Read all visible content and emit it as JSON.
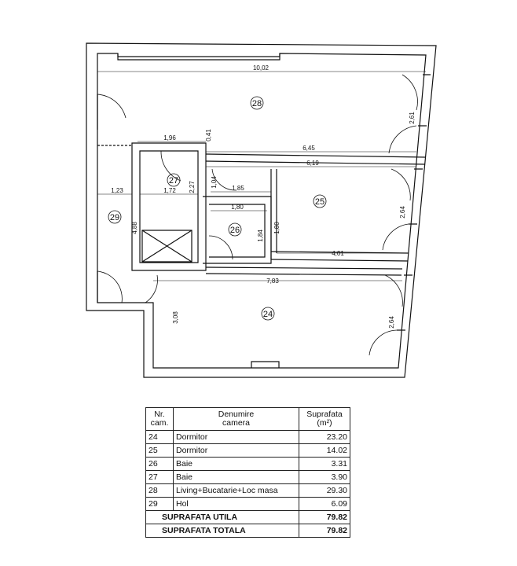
{
  "plan": {
    "rooms": [
      {
        "id": "28",
        "label": "28"
      },
      {
        "id": "27",
        "label": "27"
      },
      {
        "id": "25",
        "label": "25"
      },
      {
        "id": "29",
        "label": "29"
      },
      {
        "id": "26",
        "label": "26"
      },
      {
        "id": "24",
        "label": "24"
      }
    ],
    "dimensions": {
      "d_10_02": "10,02",
      "d_2_61": "2,61",
      "d_1_96": "1,96",
      "d_0_41": "0,41",
      "d_6_45": "6,45",
      "d_6_19": "6,19",
      "d_1_04": "1,04",
      "d_2_27": "2,27",
      "d_1_23": "1,23",
      "d_1_72": "1,72",
      "d_1_85": "1,85",
      "d_1_80a": "1,80",
      "d_2_64a": "2,64",
      "d_4_88": "4,88",
      "d_1_84": "1,84",
      "d_1_80b": "1,80",
      "d_4_01": "4,01",
      "d_7_83": "7,83",
      "d_3_08": "3,08",
      "d_2_64b": "2,64"
    }
  },
  "table": {
    "header": {
      "nr_line1": "Nr.",
      "nr_line2": "cam.",
      "name_line1": "Denumire",
      "name_line2": "camera",
      "area_line1": "Suprafata",
      "area_line2": "(m²)"
    },
    "rows": [
      {
        "nr": "24",
        "name": "Dormitor",
        "area": "23.20"
      },
      {
        "nr": "25",
        "name": "Dormitor",
        "area": "14.02"
      },
      {
        "nr": "26",
        "name": "Baie",
        "area": "3.31"
      },
      {
        "nr": "27",
        "name": "Baie",
        "area": "3.90"
      },
      {
        "nr": "28",
        "name": "Living+Bucatarie+Loc masa",
        "area": "29.30"
      },
      {
        "nr": "29",
        "name": "Hol",
        "area": "6.09"
      }
    ],
    "totals": [
      {
        "label": "SUPRAFATA UTILA",
        "value": "79.82"
      },
      {
        "label": "SUPRAFATA TOTALA",
        "value": "79.82"
      }
    ]
  }
}
